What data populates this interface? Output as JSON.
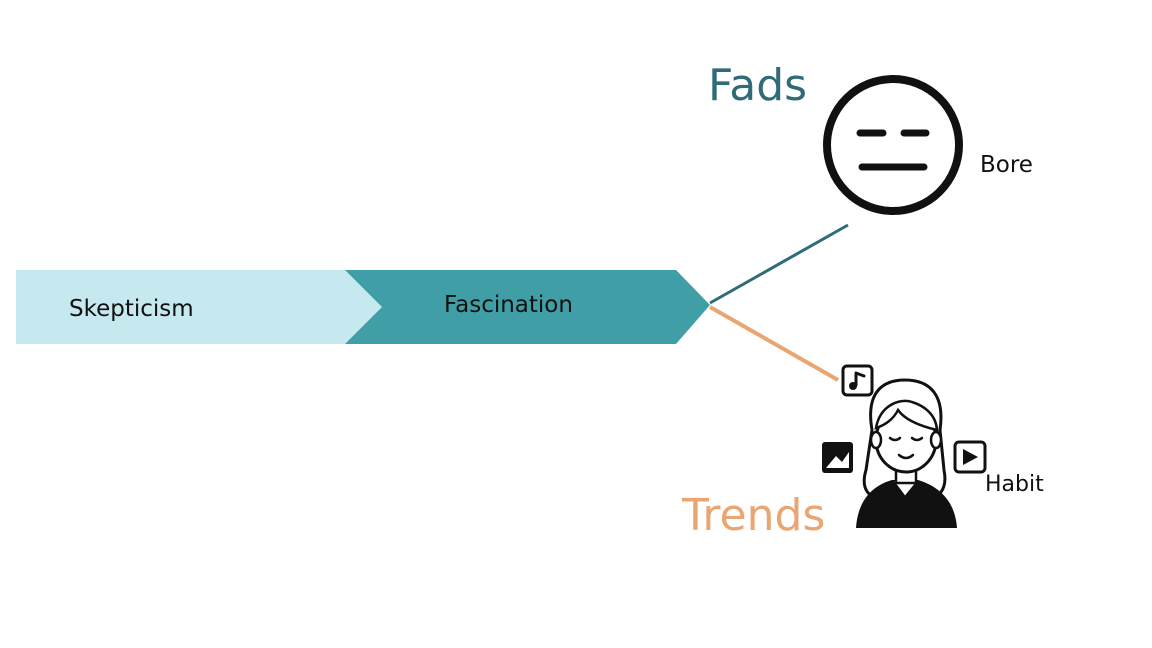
{
  "stages": {
    "skepticism": "Skepticism",
    "fascination": "Fascination"
  },
  "branches": {
    "fads": {
      "label": "Fads",
      "outcome": "Bore",
      "color": "#2f6b78"
    },
    "trends": {
      "label": "Trends",
      "outcome": "Habit",
      "color": "#e9a673"
    }
  },
  "colors": {
    "skepticism_fill": "#c6e8ef",
    "fascination_fill": "#3f9ea6"
  },
  "icons": {
    "bore": "neutral-face-icon",
    "habit": "person-with-media-icon",
    "music": "music-note-icon",
    "image": "image-icon",
    "play": "play-icon"
  }
}
